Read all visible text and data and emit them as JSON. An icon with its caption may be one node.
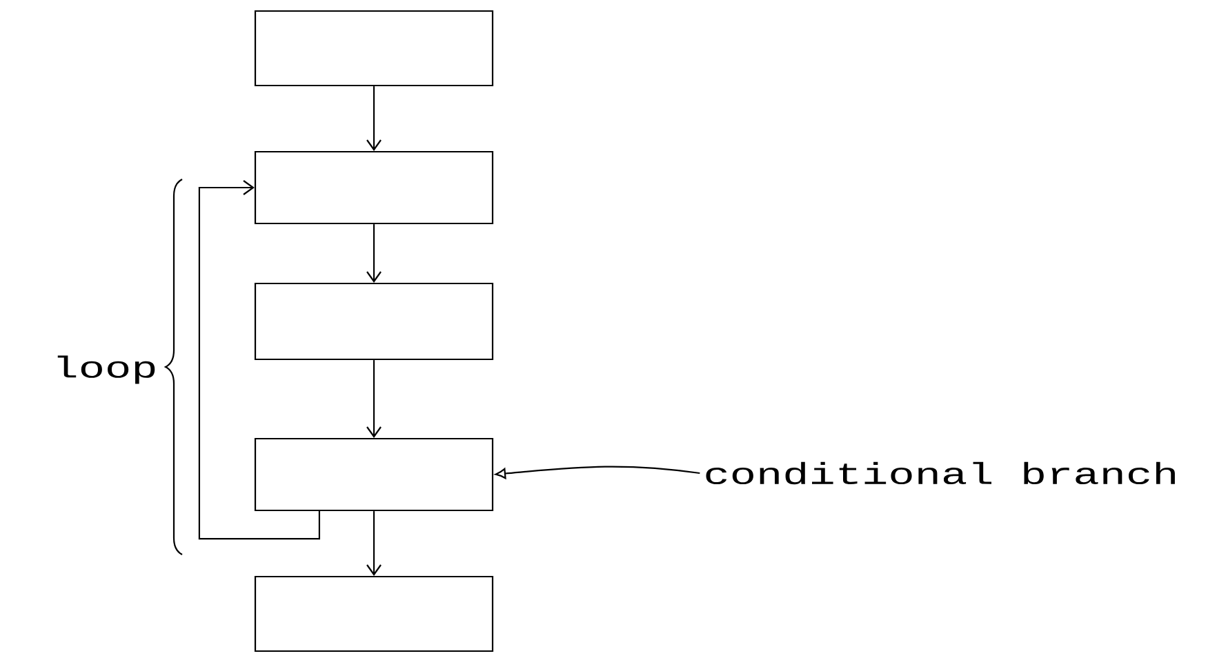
{
  "diagram": {
    "nodes": [
      {
        "text": [],
        "shape": "box"
      },
      {
        "text": [],
        "shape": "box"
      },
      {
        "text": [],
        "shape": "box"
      },
      {
        "text": [],
        "shape": "box"
      },
      {
        "text": [],
        "shape": "box"
      },
      {
        "text": [
          "conditional branch"
        ]
      }
    ],
    "edges": [
      {
        "from": 0,
        "to": 1,
        "arrow": "to"
      },
      {
        "from": 1,
        "to": 2,
        "arrow": "to"
      },
      {
        "from": 2,
        "to": 3,
        "arrow": "to"
      },
      {
        "from": 3,
        "to": 4,
        "arrow": "to"
      },
      {
        "from": 3,
        "to": 1,
        "arrow": "to"
      },
      {
        "from": 5,
        "to": 3,
        "arrow": "to"
      }
    ],
    "labels": [
      "loop"
    ]
  }
}
